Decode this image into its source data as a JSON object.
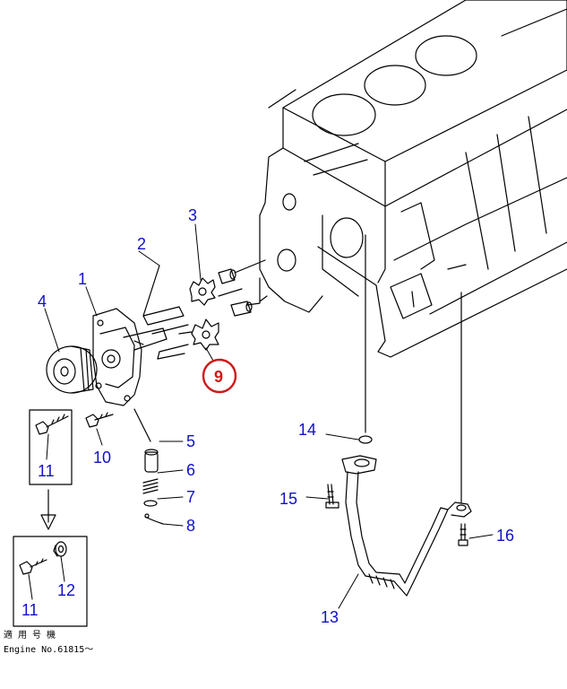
{
  "callouts": [
    {
      "id": "c1",
      "label": "1"
    },
    {
      "id": "c2",
      "label": "2"
    },
    {
      "id": "c3",
      "label": "3"
    },
    {
      "id": "c4",
      "label": "4"
    },
    {
      "id": "c5",
      "label": "5"
    },
    {
      "id": "c6",
      "label": "6"
    },
    {
      "id": "c7",
      "label": "7"
    },
    {
      "id": "c8",
      "label": "8"
    },
    {
      "id": "c9",
      "label": "9",
      "highlight": true
    },
    {
      "id": "c10",
      "label": "10"
    },
    {
      "id": "c11a",
      "label": "11"
    },
    {
      "id": "c11b",
      "label": "11"
    },
    {
      "id": "c12",
      "label": "12"
    },
    {
      "id": "c13",
      "label": "13"
    },
    {
      "id": "c14",
      "label": "14"
    },
    {
      "id": "c15",
      "label": "15"
    },
    {
      "id": "c16",
      "label": "16"
    }
  ],
  "footnote": {
    "line1": "適 用 号 機",
    "line2": "Engine No.61815～"
  },
  "colors": {
    "callout": "#1010c8",
    "highlight": "#d01818",
    "line": "#000000"
  }
}
